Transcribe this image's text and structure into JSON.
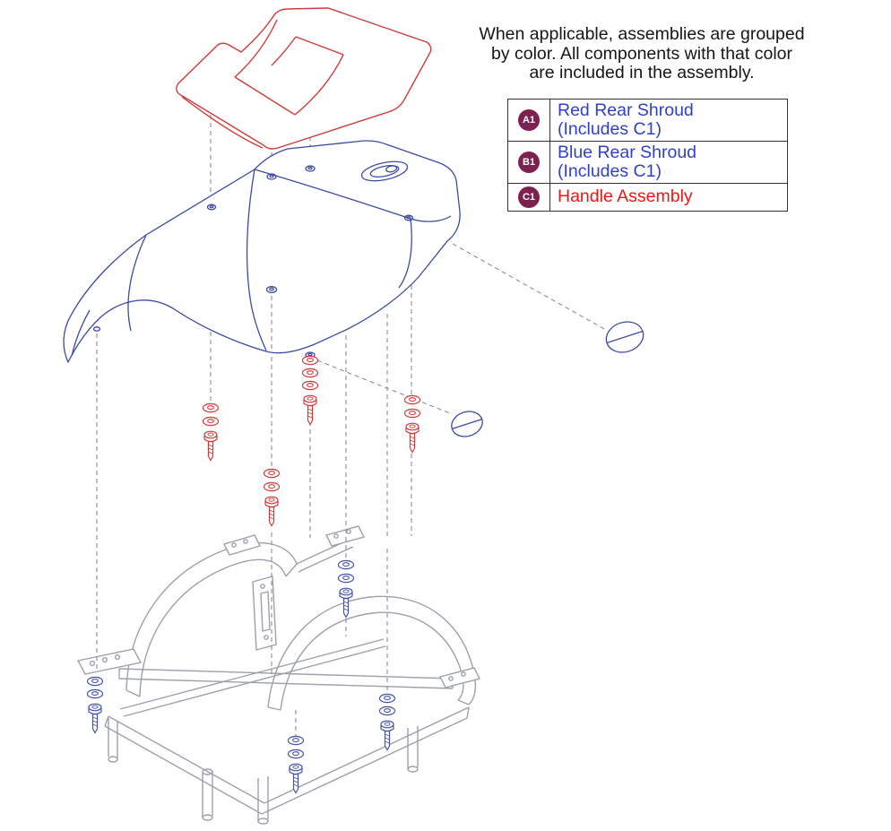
{
  "note": {
    "lines": [
      "When applicable, assemblies are grouped",
      "by color. All components with that color",
      "are included in the assembly."
    ]
  },
  "legend": {
    "badge_color": "#7d2150",
    "rows": [
      {
        "badge": "A1",
        "line1": "Red Rear Shroud",
        "line2": "(Includes C1)",
        "label_color": "#3040cc"
      },
      {
        "badge": "B1",
        "line1": "Blue Rear Shroud",
        "line2": "(Includes C1)",
        "label_color": "#3040cc"
      },
      {
        "badge": "C1",
        "line1": "Handle Assembly",
        "line2": "",
        "label_color": "#ee1515"
      }
    ]
  },
  "diagram": {
    "parts": [
      {
        "name": "handle-assembly",
        "color": "#d23a3a"
      },
      {
        "name": "rear-shroud",
        "color": "#3c4ba6"
      },
      {
        "name": "base-frame",
        "color": "#9ca2aa"
      }
    ],
    "fastener_colors": {
      "red": "#d23a3a",
      "blue": "#4653ae"
    },
    "projection_line_color": "#8e8e8e"
  }
}
